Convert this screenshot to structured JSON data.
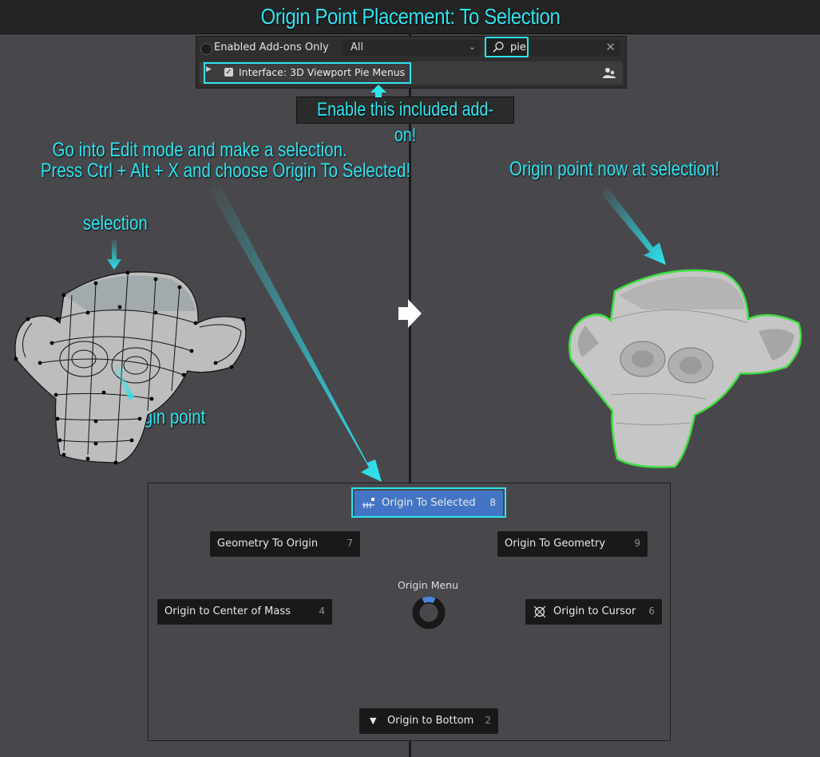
{
  "title": "Origin Point Placement: To Selection",
  "prefs": {
    "enabled_only_label": "Enabled Add-ons Only",
    "category_value": "All",
    "search_query": "pie",
    "addon_name": "Interface: 3D Viewport Pie Menus",
    "addon_enabled": true
  },
  "annotations": {
    "enable_addon": "Enable this included add-on!",
    "instructions_line1": "Go into Edit mode and make a selection.",
    "instructions_line2": "Press Ctrl + Alt + X and choose Origin To Selected!",
    "selection": "selection",
    "origin_point": "origin point",
    "result": "Origin point now at selection!"
  },
  "pie_menu": {
    "title": "Origin Menu",
    "items": {
      "top": {
        "label": "Origin To Selected",
        "shortcut": "8",
        "icon": "origin-selected-icon",
        "active": true
      },
      "top_left": {
        "label": "Geometry To Origin",
        "shortcut": "7"
      },
      "top_right": {
        "label": "Origin To Geometry",
        "shortcut": "9"
      },
      "left": {
        "label": "Origin to Center of Mass",
        "shortcut": "4"
      },
      "right": {
        "label": "Origin to Cursor",
        "shortcut": "6",
        "icon": "cursor-target-icon"
      },
      "bottom": {
        "label": "Origin to Bottom",
        "shortcut": "2",
        "icon": "triangle-down-icon"
      }
    }
  },
  "colors": {
    "accent_cyan": "#2ee4ee",
    "selection_outline": "#3ee03e",
    "active_button": "#4475c4",
    "background": "#48484c"
  }
}
